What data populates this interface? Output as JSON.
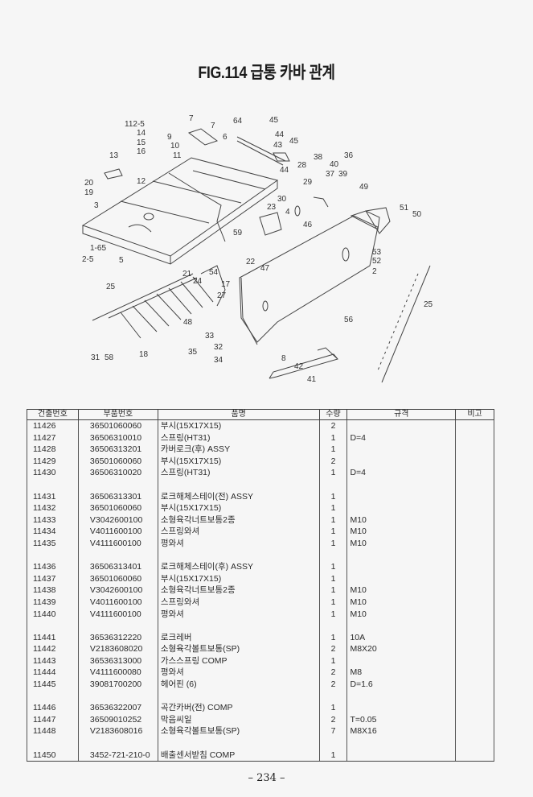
{
  "title": "FIG.114 급통 카바 관계",
  "diagram": {
    "callouts": [
      "112-5",
      "7",
      "7",
      "64",
      "45",
      "14",
      "9",
      "44",
      "45",
      "15",
      "10",
      "6",
      "16",
      "11",
      "43",
      "13",
      "44",
      "36",
      "38",
      "28",
      "40",
      "12",
      "37",
      "39",
      "20",
      "29",
      "19",
      "49",
      "30",
      "3",
      "23",
      "4",
      "46",
      "51",
      "50",
      "59",
      "1-65",
      "2-5",
      "5",
      "22",
      "47",
      "53",
      "52",
      "21",
      "2",
      "24",
      "54",
      "27",
      "25",
      "17",
      "25",
      "56",
      "48",
      "33",
      "32",
      "35",
      "34",
      "31",
      "58",
      "18",
      "8",
      "42",
      "41"
    ]
  },
  "table": {
    "headers": [
      "건출번호",
      "부품번호",
      "품명",
      "수량",
      "규격",
      "비고"
    ],
    "rows": [
      {
        "no": "11426",
        "part": "36501060060",
        "name": "부시(15X17X15)",
        "qty": "2",
        "spec": "",
        "note": ""
      },
      {
        "no": "11427",
        "part": "36506310010",
        "name": "스프링(HT31)",
        "qty": "1",
        "spec": "D=4",
        "note": ""
      },
      {
        "no": "11428",
        "part": "36506313201",
        "name": "카버로크(후) ASSY",
        "qty": "1",
        "spec": "",
        "note": ""
      },
      {
        "no": "11429",
        "part": "36501060060",
        "name": "부시(15X17X15)",
        "qty": "2",
        "spec": "",
        "note": ""
      },
      {
        "no": "11430",
        "part": "36506310020",
        "name": "스프링(HT31)",
        "qty": "1",
        "spec": "D=4",
        "note": ""
      },
      {},
      {
        "no": "11431",
        "part": "36506313301",
        "name": "로크해체스테이(전) ASSY",
        "qty": "1",
        "spec": "",
        "note": ""
      },
      {
        "no": "11432",
        "part": "36501060060",
        "name": "부시(15X17X15)",
        "qty": "1",
        "spec": "",
        "note": ""
      },
      {
        "no": "11433",
        "part": "V3042600100",
        "name": "소형육각너트보통2종",
        "qty": "1",
        "spec": "M10",
        "note": ""
      },
      {
        "no": "11434",
        "part": "V4011600100",
        "name": "스프링와셔",
        "qty": "1",
        "spec": "M10",
        "note": ""
      },
      {
        "no": "11435",
        "part": "V4111600100",
        "name": "평와셔",
        "qty": "1",
        "spec": "M10",
        "note": ""
      },
      {},
      {
        "no": "11436",
        "part": "36506313401",
        "name": "로크해체스테이(후) ASSY",
        "qty": "1",
        "spec": "",
        "note": ""
      },
      {
        "no": "11437",
        "part": "36501060060",
        "name": "부시(15X17X15)",
        "qty": "1",
        "spec": "",
        "note": ""
      },
      {
        "no": "11438",
        "part": "V3042600100",
        "name": "소형육각너트보통2종",
        "qty": "1",
        "spec": "M10",
        "note": ""
      },
      {
        "no": "11439",
        "part": "V4011600100",
        "name": "스프링와셔",
        "qty": "1",
        "spec": "M10",
        "note": ""
      },
      {
        "no": "11440",
        "part": "V4111600100",
        "name": "평와셔",
        "qty": "1",
        "spec": "M10",
        "note": ""
      },
      {},
      {
        "no": "11441",
        "part": "36536312220",
        "name": "로크레버",
        "qty": "1",
        "spec": "10A",
        "note": ""
      },
      {
        "no": "11442",
        "part": "V2183608020",
        "name": "소형육각볼트보통(SP)",
        "qty": "2",
        "spec": "M8X20",
        "note": ""
      },
      {
        "no": "11443",
        "part": "36536313000",
        "name": "가스스프링 COMP",
        "qty": "1",
        "spec": "",
        "note": ""
      },
      {
        "no": "11444",
        "part": "V4111600080",
        "name": "평와셔",
        "qty": "2",
        "spec": "M8",
        "note": ""
      },
      {
        "no": "11445",
        "part": "39081700200",
        "name": "헤어핀 (6)",
        "qty": "2",
        "spec": "D=1.6",
        "note": ""
      },
      {},
      {
        "no": "11446",
        "part": "36536322007",
        "name": "곡간카버(전) COMP",
        "qty": "1",
        "spec": "",
        "note": ""
      },
      {
        "no": "11447",
        "part": "36509010252",
        "name": "막음씨일",
        "qty": "2",
        "spec": "T=0.05",
        "note": ""
      },
      {
        "no": "11448",
        "part": "V2183608016",
        "name": "소형육각볼트보통(SP)",
        "qty": "7",
        "spec": "M8X16",
        "note": ""
      },
      {},
      {
        "no": "11450",
        "part": "3452-721-210-0",
        "name": "배출센서받침 COMP",
        "qty": "1",
        "spec": "",
        "note": ""
      }
    ]
  },
  "page_number": "– 234 –"
}
